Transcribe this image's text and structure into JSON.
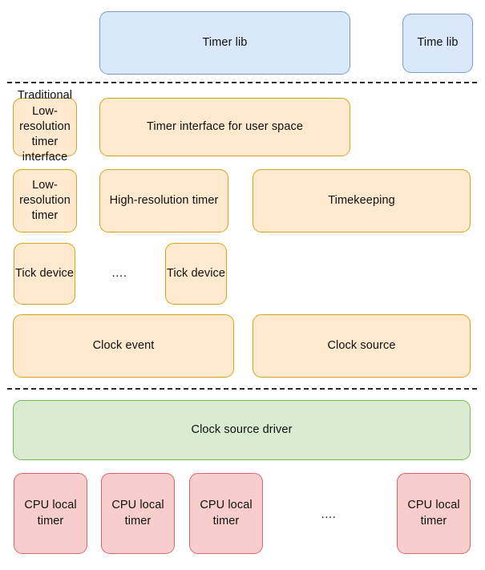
{
  "diagram": {
    "title": "Linux kernel timer subsystem layering",
    "type": "layered-block-diagram",
    "colors": {
      "blue_fill": "#dae8fc",
      "blue_stroke": "#7a9bcc",
      "orange_fill": "#ffe9cf",
      "orange_stroke": "#d6a419",
      "green_fill": "#d9ecd2",
      "green_stroke": "#72bb5a",
      "pink_fill": "#f8cecc",
      "pink_stroke": "#d9656a",
      "divider_stroke": "#2b2b2b",
      "background": "#ffffff",
      "text": "#101010"
    },
    "layers": {
      "user_space": {
        "boxes": [
          {
            "label": "Timer lib",
            "color": "blue"
          },
          {
            "label": "Time lib",
            "color": "blue"
          }
        ]
      },
      "kernel_interface": {
        "boxes": [
          {
            "label": "Traditional Low-resolution timer interface",
            "color": "orange"
          },
          {
            "label": "Timer interface for user space",
            "color": "orange"
          }
        ]
      },
      "kernel_timers": {
        "boxes": [
          {
            "label": "Low-resolution timer",
            "color": "orange"
          },
          {
            "label": "High-resolution timer",
            "color": "orange"
          },
          {
            "label": "Timekeeping",
            "color": "orange"
          }
        ]
      },
      "tick_devices": {
        "boxes": [
          {
            "label": "Tick device",
            "color": "orange"
          },
          {
            "label": "Tick device",
            "color": "orange"
          }
        ],
        "ellipsis": "...."
      },
      "clock_layer": {
        "boxes": [
          {
            "label": "Clock event",
            "color": "orange"
          },
          {
            "label": "Clock source",
            "color": "orange"
          }
        ]
      },
      "driver_layer": {
        "boxes": [
          {
            "label": "Clock source driver",
            "color": "green"
          }
        ]
      },
      "hardware_layer": {
        "boxes": [
          {
            "label": "CPU local timer",
            "color": "pink"
          },
          {
            "label": "CPU local timer",
            "color": "pink"
          },
          {
            "label": "CPU local timer",
            "color": "pink"
          },
          {
            "label": "CPU local timer",
            "color": "pink"
          }
        ],
        "ellipsis": "...."
      }
    }
  }
}
